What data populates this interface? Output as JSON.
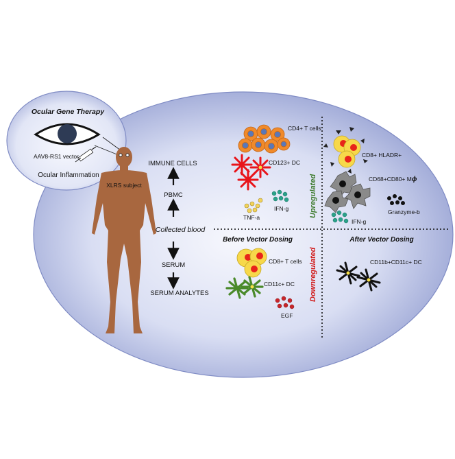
{
  "inset": {
    "title": "Ocular Gene Therapy",
    "vector_label": "AAV8-RS1 vector",
    "subtitle": "Ocular Inflammation"
  },
  "subject_label": "XLRS subject",
  "flow": {
    "immune_cells": "IMMUNE CELLS",
    "pbmc": "PBMC",
    "collected_blood": "Collected blood",
    "serum": "SERUM",
    "serum_analytes": "SERUM ANALYTES"
  },
  "sections": {
    "upregulated": "Upregulated",
    "downregulated": "Downregulated",
    "before": "Before Vector Dosing",
    "after": "After Vector Dosing"
  },
  "cells": {
    "cd4_t": "CD4+ T cells",
    "cd123_dc": "CD123+  DC",
    "ifn_g_before": "IFN-g",
    "tnf_a": "TNF-a",
    "cd8_hladr": "CD8+ HLADR+",
    "cd68_cd80": "CD68+CD80+  M",
    "mphi_symbol": "ϕ",
    "granzyme_b": "Granzyme-b",
    "ifn_g_after": "IFN-g",
    "cd8_t": "CD8+ T cells",
    "cd11c_dc": "CD11c+  DC",
    "egf": "EGF",
    "cd11b_cd11c_dc": "CD11b+CD11c+  DC"
  },
  "colors": {
    "ellipse_light": "#f4f6fd",
    "ellipse_dark": "#8c98cf",
    "upregulated": "#3c7a2c",
    "downregulated": "#d11a1a",
    "skin": "#a8673f",
    "t_cell_orange": "#f08a2a",
    "t_cell_core": "#5a78b8",
    "dc_red": "#e8141a",
    "cytokine_green": "#2aa28a",
    "cytokine_yellow": "#f2d35a",
    "hladr_yellow": "#f7d84a",
    "macrophage_gray": "#8a8a8a",
    "dc_green": "#4a8a2a",
    "egf_red": "#c9252a"
  }
}
